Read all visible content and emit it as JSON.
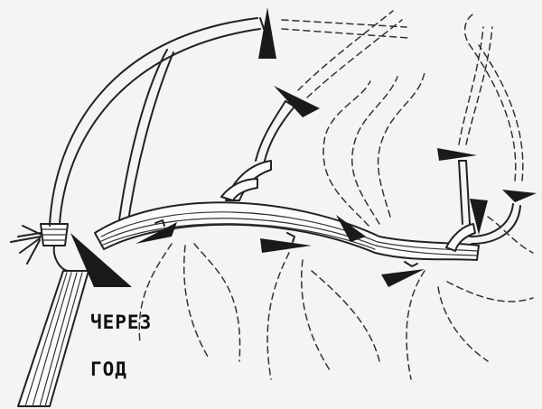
{
  "caption": {
    "line1": "ЧЕРЕЗ",
    "line2": "ГОД"
  },
  "colors": {
    "ink": "#222222",
    "arrow": "#1a1a1a",
    "paper": "#f4f4f4"
  },
  "icons": [
    "arrowhead-marker"
  ]
}
